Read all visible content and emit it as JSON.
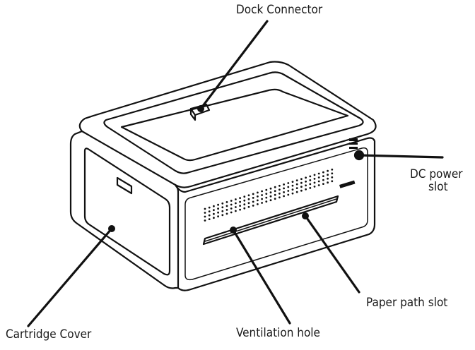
{
  "labels": {
    "dock_connector": "Dock Connector",
    "dc_power_line1": "DC power",
    "dc_power_line2": "slot",
    "cartridge_cover": "Cartridge Cover",
    "ventilation_hole": "Ventilation hole",
    "paper_path_slot": "Paper path slot"
  },
  "colors": {
    "line": "#111111",
    "text": "#1a1a1a",
    "background": "#ffffff"
  }
}
